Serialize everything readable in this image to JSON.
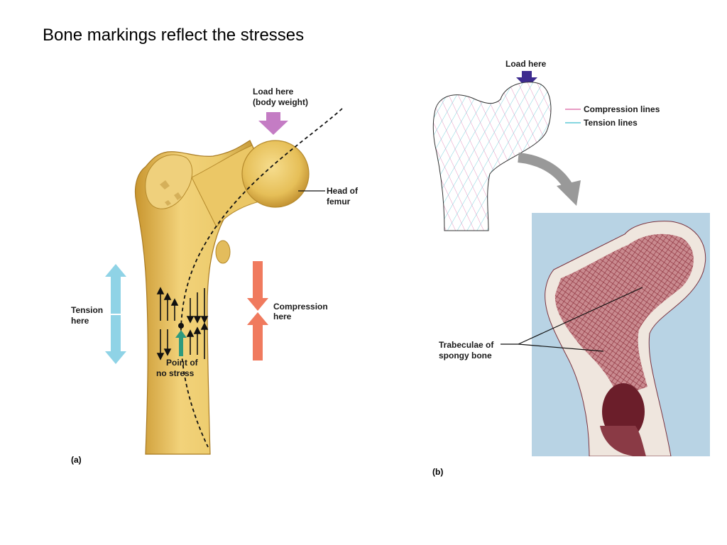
{
  "slide": {
    "title": "Bone markings reflect the stresses"
  },
  "panel_a": {
    "panel_label": "(a)",
    "load_line1": "Load here",
    "load_line2": "(body weight)",
    "head_line1": "Head of",
    "head_line2": "femur",
    "tension_line1": "Tension",
    "tension_line2": "here",
    "compression_line1": "Compression",
    "compression_line2": "here",
    "nostress_line1": "Point of",
    "nostress_line2": "no stress"
  },
  "panel_b": {
    "panel_label": "(b)",
    "load": "Load here",
    "legend_compression": "Compression lines",
    "legend_tension": "Tension lines",
    "trabeculae_line1": "Trabeculae of",
    "trabeculae_line2": "spongy bone"
  },
  "colors": {
    "bone": "#e8c35a",
    "compression_arrow": "#f07a5e",
    "tension_arrow": "#8fd3e6",
    "load_arrow_a": "#c47cc4",
    "load_arrow_b": "#3d2b8f",
    "compression_line": "#e07ab0",
    "tension_line": "#5fc8d6",
    "photo_bg": "#b8d3e4",
    "section": "#9c3a4a"
  }
}
